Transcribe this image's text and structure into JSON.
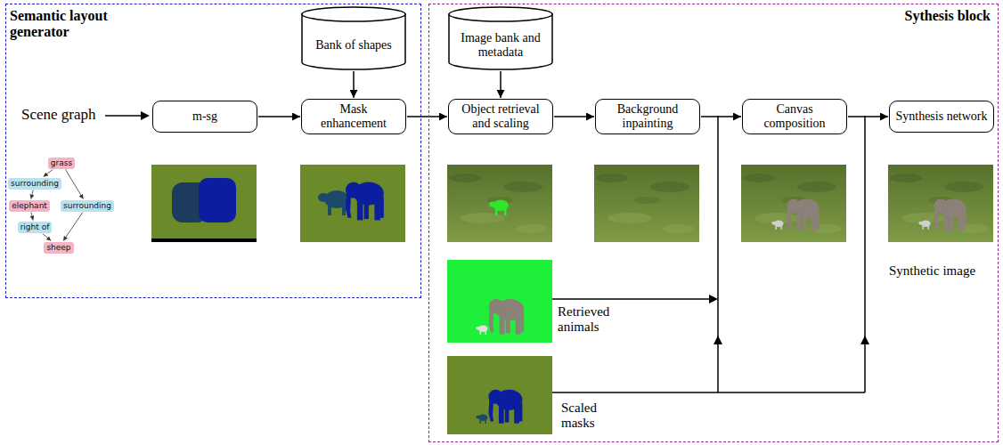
{
  "diagram": {
    "nodes": [
      {
        "text": [
          "Semantic layout generator"
        ]
      },
      {
        "text": [
          "Bank of shapes"
        ],
        "in": 0
      },
      {
        "text": [
          "m-sg"
        ],
        "in": 0
      },
      {
        "text": [
          "Mask enhancement"
        ],
        "in": 0
      },
      {
        "text": [
          "grass"
        ],
        "in": 0
      },
      {
        "text": [
          "surrounding"
        ],
        "in": 0
      },
      {
        "text": [
          "surrounding"
        ],
        "in": 0
      },
      {
        "text": [
          "elephant"
        ],
        "in": 0
      },
      {
        "text": [
          "right of"
        ],
        "in": 0
      },
      {
        "text": [
          "sheep"
        ],
        "in": 0
      },
      {
        "text": [
          "Sythesis block"
        ]
      },
      {
        "text": [
          "Image bank and metadata"
        ],
        "in": 10
      },
      {
        "text": [
          "Object retrieval and scaling"
        ],
        "in": 10
      },
      {
        "text": [
          "Background inpainting"
        ],
        "in": 10
      },
      {
        "text": [
          "Canvas composition"
        ],
        "in": 10
      },
      {
        "text": [
          "Synthesis network"
        ],
        "in": 10
      }
    ],
    "edges": [
      {
        "from": 2,
        "to": 3,
        "arrow": "to"
      },
      {
        "from": 3,
        "to": 12,
        "arrow": "to"
      },
      {
        "from": 12,
        "to": 13,
        "arrow": "to"
      },
      {
        "from": 13,
        "to": 14,
        "arrow": "to"
      },
      {
        "from": 14,
        "to": 15,
        "arrow": "to"
      },
      {
        "from": 1,
        "to": 3,
        "arrow": "to"
      },
      {
        "from": 11,
        "to": 12,
        "arrow": "to"
      },
      {
        "from": 4,
        "to": 5,
        "arrow": "to"
      },
      {
        "from": 5,
        "to": 7,
        "arrow": "to"
      },
      {
        "from": 4,
        "to": 6,
        "arrow": "to"
      },
      {
        "from": 6,
        "to": 9,
        "arrow": "to"
      },
      {
        "from": 7,
        "to": 8,
        "arrow": "to"
      },
      {
        "from": 8,
        "to": 9,
        "arrow": "to"
      }
    ],
    "labels": [
      "Scene graph",
      "Retrieved animals",
      "Scaled masks",
      "Synthetic image"
    ]
  }
}
